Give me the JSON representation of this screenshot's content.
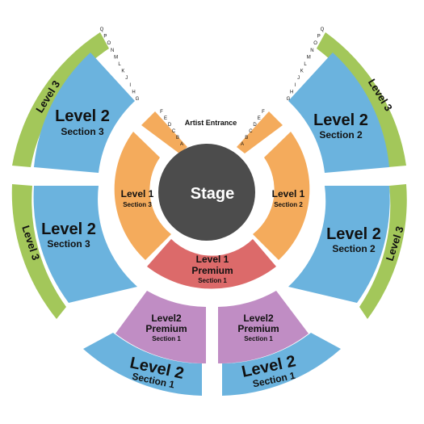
{
  "map": {
    "stage_label": "Stage",
    "artist_entrance_label": "Artist Entrance",
    "colors": {
      "level3": "#a3c75a",
      "level2": "#6bb3de",
      "level1": "#f4ab5c",
      "level1_premium": "#dc6a6a",
      "level2_premium": "#c08dc4",
      "stage": "#4c4c4c",
      "wing": "#f4ab5c"
    },
    "level3_left": {
      "label": "Level 3"
    },
    "level3_left_lower": {
      "label": "Level 3"
    },
    "level3_right": {
      "label": "Level 3"
    },
    "level3_right_lower": {
      "label": "Level 3"
    },
    "level2_section3_upper": {
      "level": "Level 2",
      "section": "Section 3"
    },
    "level2_section3_lower": {
      "level": "Level 2",
      "section": "Section 3"
    },
    "level2_section2_upper": {
      "level": "Level 2",
      "section": "Section 2"
    },
    "level2_section2_lower": {
      "level": "Level 2",
      "section": "Section 2"
    },
    "level2_section1_left": {
      "level": "Level 2",
      "section": "Section 1"
    },
    "level2_section1_right": {
      "level": "Level 2",
      "section": "Section 1"
    },
    "level2_premium_left": {
      "l1": "Level2",
      "l2": "Premium",
      "l3": "Section 1"
    },
    "level2_premium_right": {
      "l1": "Level2",
      "l2": "Premium",
      "l3": "Section 1"
    },
    "level1_section3": {
      "level": "Level 1",
      "section": "Section 3"
    },
    "level1_section2": {
      "level": "Level 1",
      "section": "Section 2"
    },
    "level1_premium": {
      "l1": "Level 1",
      "l2": "Premium",
      "l3": "Section 1"
    },
    "rows_left_upper": [
      "Q",
      "P",
      "O",
      "N",
      "M",
      "L",
      "K",
      "J",
      "I",
      "H",
      "G"
    ],
    "rows_right_upper": [
      "Q",
      "P",
      "O",
      "N",
      "M",
      "L",
      "K",
      "J",
      "I",
      "H",
      "G"
    ],
    "rows_left_wing": [
      "F",
      "E",
      "D",
      "C",
      "B",
      "A"
    ],
    "rows_right_wing": [
      "F",
      "E",
      "D",
      "C",
      "B",
      "A"
    ]
  }
}
